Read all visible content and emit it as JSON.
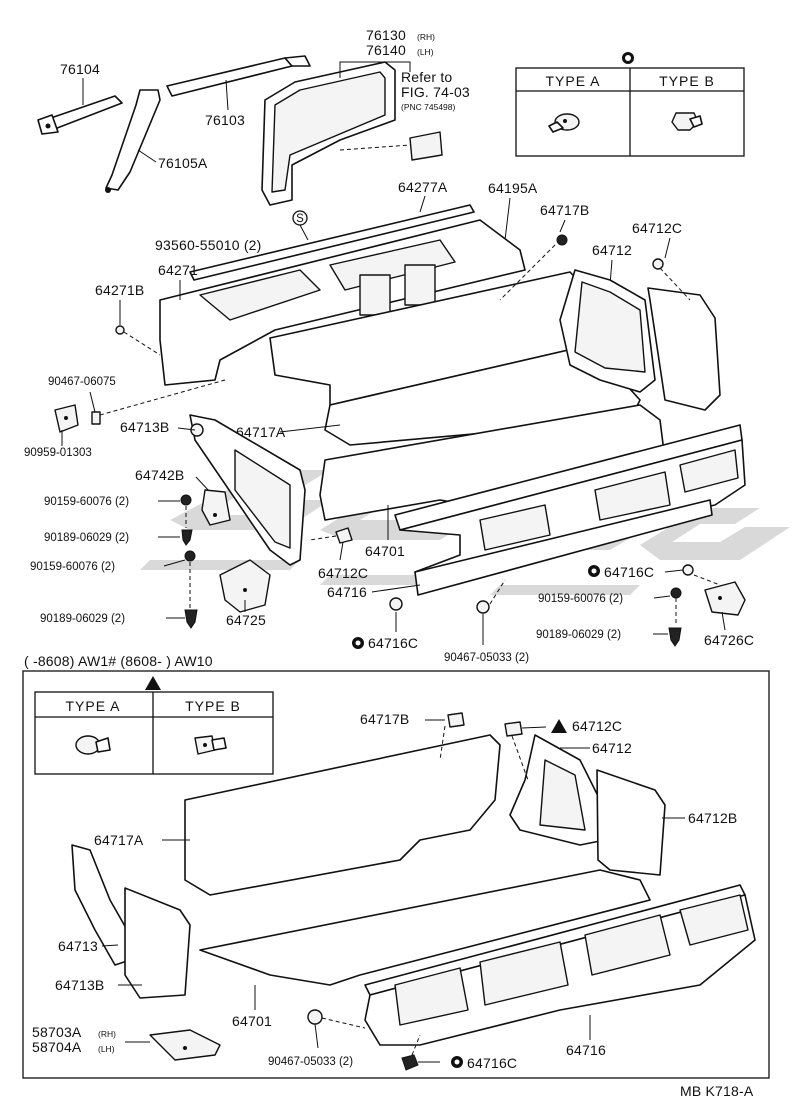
{
  "upper": {
    "type_table": {
      "symbol": "circle-s",
      "col_a": "TYPE A",
      "col_b": "TYPE B"
    },
    "refer": {
      "line1": "Refer to",
      "line2": "FIG. 74-03",
      "line3": "(PNC 745498)"
    },
    "labels": {
      "p76104": "76104",
      "p76103": "76103",
      "p76105a": "76105A",
      "p76130": "76130",
      "p76130_side": "(RH)",
      "p76140": "76140",
      "p76140_side": "(LH)",
      "p64277a": "64277A",
      "p64195a": "64195A",
      "p64717b": "64717B",
      "p64712c": "64712C",
      "p64712": "64712",
      "p93560": "93560-55010 (2)",
      "p93560_sym": "S",
      "p64271": "64271",
      "p64271b": "64271B",
      "p90467_06075": "90467-06075",
      "p90959": "90959-01303",
      "p64713b": "64713B",
      "p64717a": "64717A",
      "p64742b": "64742B",
      "p90159_1": "90159-60076 (2)",
      "p90189_1": "90189-06029 (2)",
      "p90159_2": "90159-60076 (2)",
      "p90189_2": "90189-06029 (2)",
      "p64725": "64725",
      "p64701": "64701",
      "p64712c_2": "64712C",
      "p64716": "64716",
      "p64716c_1": "64716C",
      "p64716c_2": "64716C",
      "p90159_3": "90159-60076 (2)",
      "p90189_3": "90189-06029 (2)",
      "p64726c": "64726C",
      "p90467_05033": "90467-05033 (2)"
    }
  },
  "divider": {
    "range_text": "(      -8608) AW1# (8608-          ) AW10"
  },
  "lower": {
    "type_table": {
      "symbol": "triangle",
      "col_a": "TYPE A",
      "col_b": "TYPE B"
    },
    "labels": {
      "p64717b": "64717B",
      "p64712c": "64712C",
      "p64712": "64712",
      "p64712b": "64712B",
      "p64717a": "64717A",
      "p64713": "64713",
      "p64713b": "64713B",
      "p64701": "64701",
      "p58703a": "58703A",
      "p58703a_side": "(RH)",
      "p58704a": "58704A",
      "p58704a_side": "(LH)",
      "p90467": "90467-05033 (2)",
      "p64716c": "64716C",
      "p64716": "64716"
    }
  },
  "footer": {
    "code": "MB  K718-A"
  }
}
